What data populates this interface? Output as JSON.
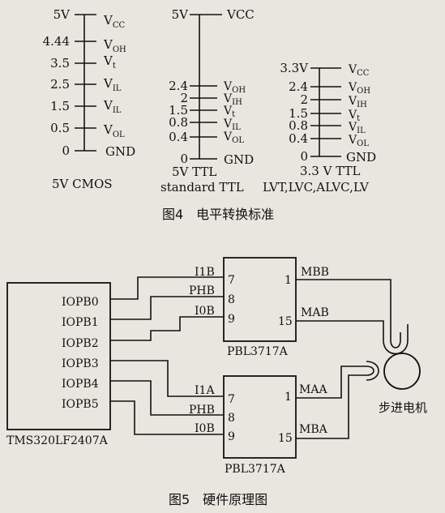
{
  "figure4": {
    "ladders": [
      {
        "levels": [
          {
            "value": "5V",
            "label": "V",
            "sub": "CC"
          },
          {
            "value": "4.44",
            "label": "V",
            "sub": "OH"
          },
          {
            "value": "3.5",
            "label": "V",
            "sub": "t"
          },
          {
            "value": "2.5",
            "label": "V",
            "sub": "IL"
          },
          {
            "value": "1.5",
            "label": "V",
            "sub": "IL"
          },
          {
            "value": "0.5",
            "label": "V",
            "sub": "OL"
          },
          {
            "value": "0",
            "label": "GND",
            "sub": ""
          }
        ],
        "caption": [
          "5V CMOS"
        ]
      },
      {
        "levels": [
          {
            "value": "5V",
            "label": "VCC",
            "sub": ""
          },
          {
            "value": "2.4",
            "label": "V",
            "sub": "OH"
          },
          {
            "value": "2",
            "label": "V",
            "sub": "IH"
          },
          {
            "value": "1.5",
            "label": "V",
            "sub": "t"
          },
          {
            "value": "0.8",
            "label": "V",
            "sub": "IL"
          },
          {
            "value": "0.4",
            "label": "V",
            "sub": "OL"
          },
          {
            "value": "0",
            "label": "GND",
            "sub": ""
          }
        ],
        "caption": [
          "5V TTL",
          "standard TTL"
        ]
      },
      {
        "levels": [
          {
            "value": "3.3V",
            "label": "V",
            "sub": "CC"
          },
          {
            "value": "2.4",
            "label": "V",
            "sub": "OH"
          },
          {
            "value": "2",
            "label": "V",
            "sub": "IH"
          },
          {
            "value": "1.5",
            "label": "V",
            "sub": "t"
          },
          {
            "value": "0.8",
            "label": "V",
            "sub": "IL"
          },
          {
            "value": "0.4",
            "label": "V",
            "sub": "OL"
          },
          {
            "value": "0",
            "label": "GND",
            "sub": ""
          }
        ],
        "caption": [
          "3.3 V TTL",
          "LVT,LVC,ALVC,LV"
        ]
      }
    ],
    "title": "图4　电平转换标准"
  },
  "figure5": {
    "dsp": {
      "name": "TMS320LF2407A",
      "pins": [
        "IOPB0",
        "IOPB1",
        "IOPB2",
        "IOPB3",
        "IOPB4",
        "IOPB5"
      ]
    },
    "driver_top": {
      "name": "PBL3717A",
      "left_pins": [
        {
          "signal": "I1B",
          "num": "7"
        },
        {
          "signal": "PHB",
          "num": "8"
        },
        {
          "signal": "I0B",
          "num": "9"
        }
      ],
      "right_pins": [
        {
          "signal": "MBB",
          "num": "1"
        },
        {
          "signal": "MAB",
          "num": "15"
        }
      ]
    },
    "driver_bottom": {
      "name": "PBL3717A",
      "left_pins": [
        {
          "signal": "I1A",
          "num": "7"
        },
        {
          "signal": "PHB",
          "num": "8"
        },
        {
          "signal": "I0B",
          "num": "9"
        }
      ],
      "right_pins": [
        {
          "signal": "MAA",
          "num": "1"
        },
        {
          "signal": "MBA",
          "num": "15"
        }
      ]
    },
    "motor_label": "步进电机",
    "title": "图5　硬件原理图"
  }
}
